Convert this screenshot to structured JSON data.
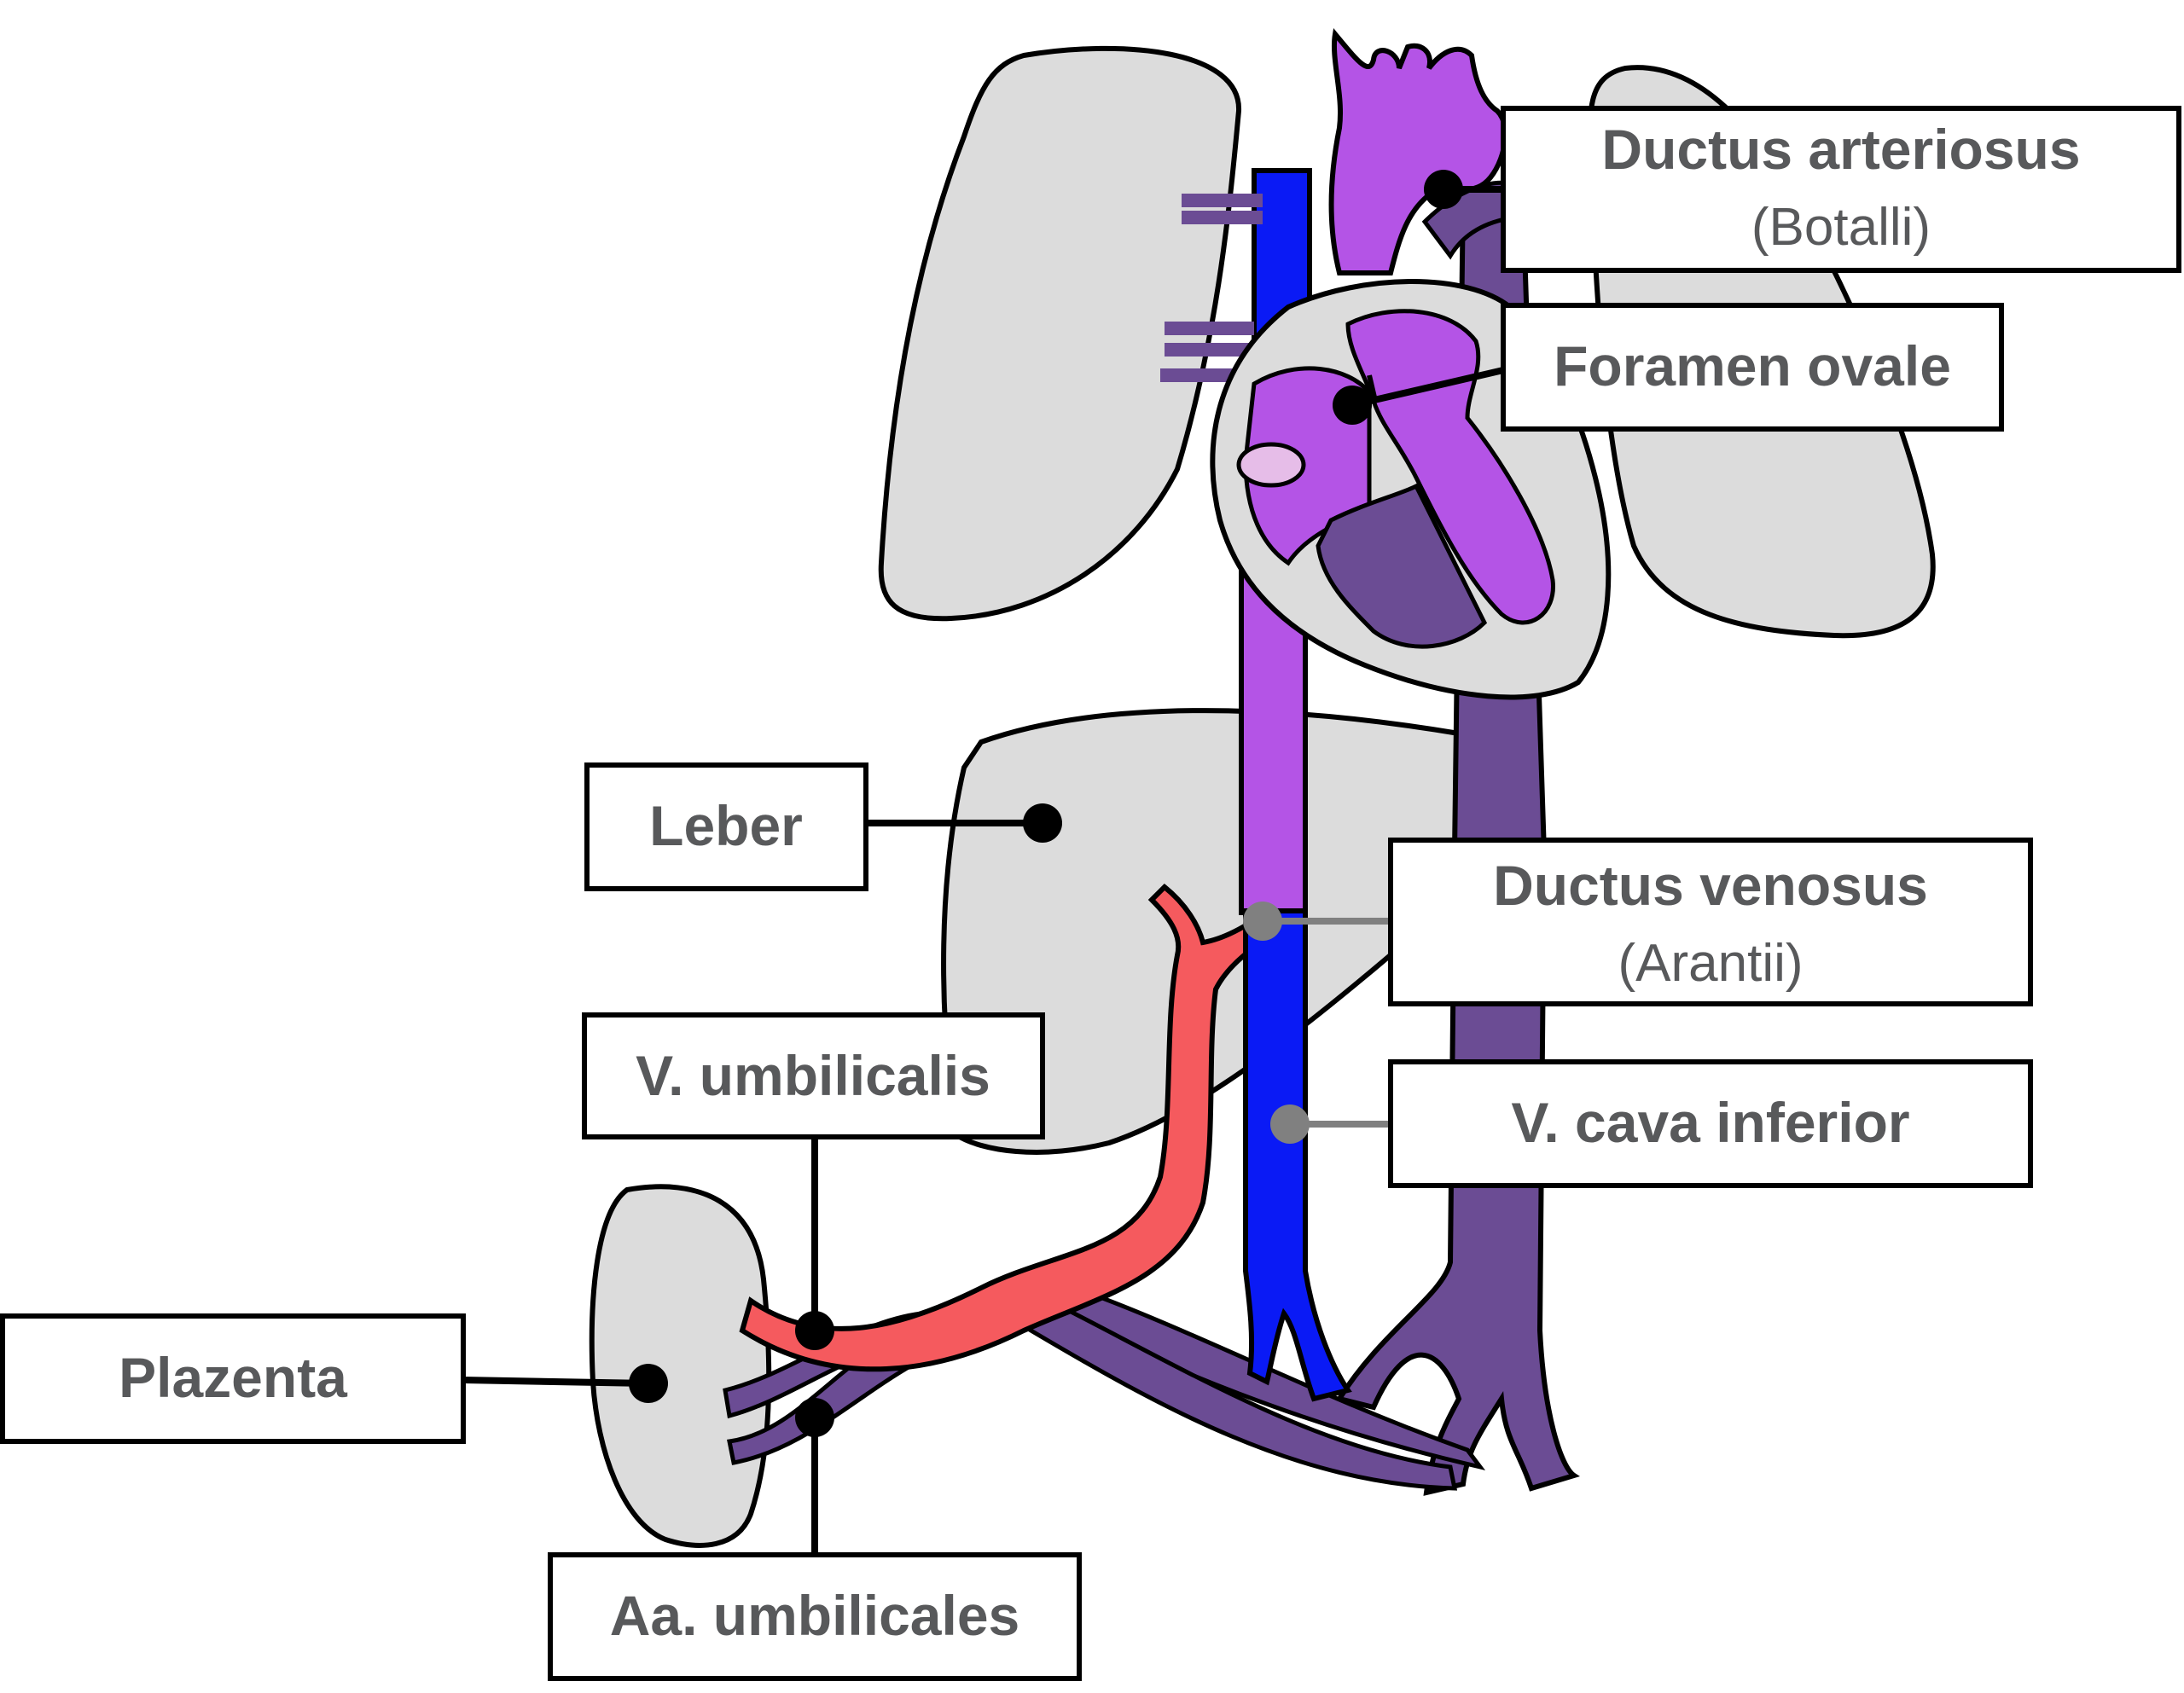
{
  "labels": {
    "ductus_arteriosus": {
      "title": "Ductus arteriosus",
      "subtitle": "(Botalli)"
    },
    "foramen_ovale": {
      "title": "Foramen ovale"
    },
    "leber": {
      "title": "Leber"
    },
    "ductus_venosus": {
      "title": "Ductus venosus",
      "subtitle": "(Arantii)"
    },
    "v_umbilicalis": {
      "title": "V. umbilicalis"
    },
    "v_cava_inferior": {
      "title": "V. cava inferior"
    },
    "plazenta": {
      "title": "Plazenta"
    },
    "aa_umbilicales": {
      "title": "Aa. umbilicales"
    }
  },
  "colors": {
    "organ_fill": "#dcdcdc",
    "mixed_blood": "#b454e6",
    "deoxygenated": "#6b4c94",
    "venous_blue": "#0a1af5",
    "oxygenated_red": "#f55a5e",
    "leader_line_black": "#000000",
    "leader_line_gray": "#808080",
    "text": "#58595b"
  }
}
